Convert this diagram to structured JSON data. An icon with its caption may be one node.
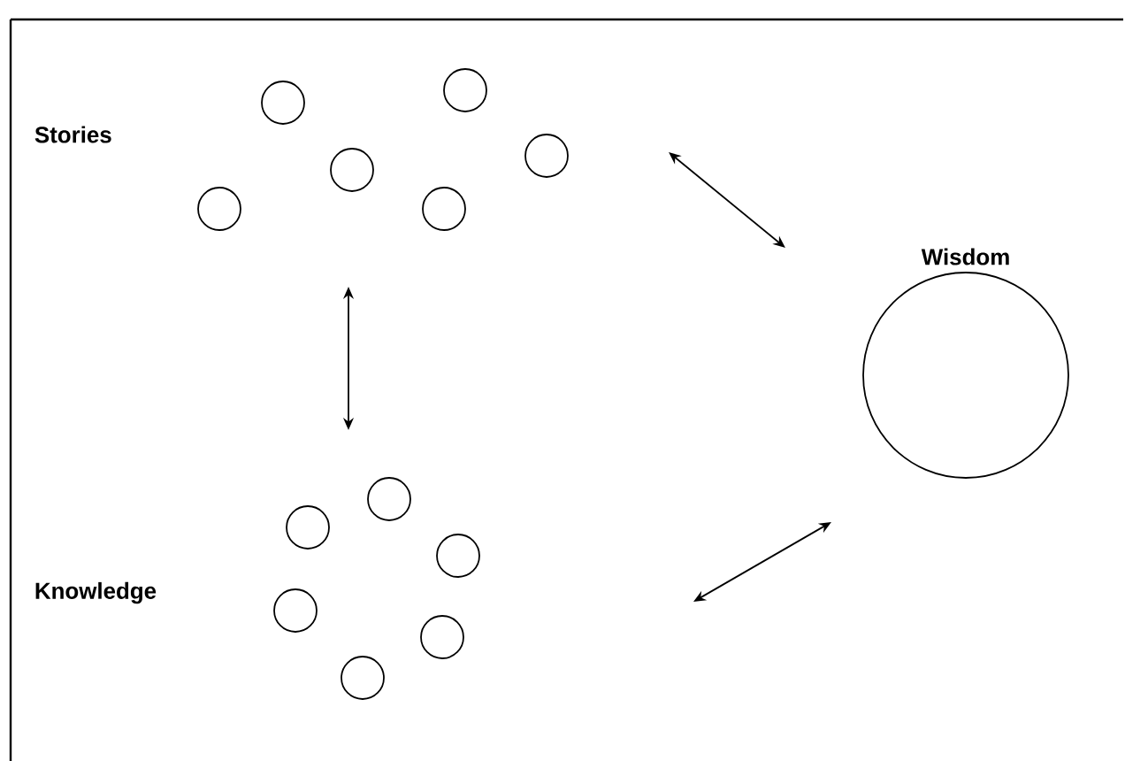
{
  "diagram": {
    "nodes": [
      {
        "text": [],
        "shape": "circle"
      },
      {
        "text": [],
        "shape": "circle"
      },
      {
        "text": [],
        "shape": "circle"
      },
      {
        "text": [],
        "shape": "circle"
      },
      {
        "text": [],
        "shape": "circle"
      },
      {
        "text": [],
        "shape": "circle"
      },
      {
        "text": [
          "Wisdom"
        ]
      },
      {
        "text": [],
        "shape": "circle"
      },
      {
        "text": [],
        "shape": "circle"
      },
      {
        "text": [],
        "shape": "circle"
      },
      {
        "text": [],
        "shape": "circle"
      },
      {
        "text": [],
        "shape": "circle"
      },
      {
        "text": [],
        "shape": "circle"
      }
    ],
    "labels": [
      "Stories",
      "Knowledge"
    ]
  }
}
